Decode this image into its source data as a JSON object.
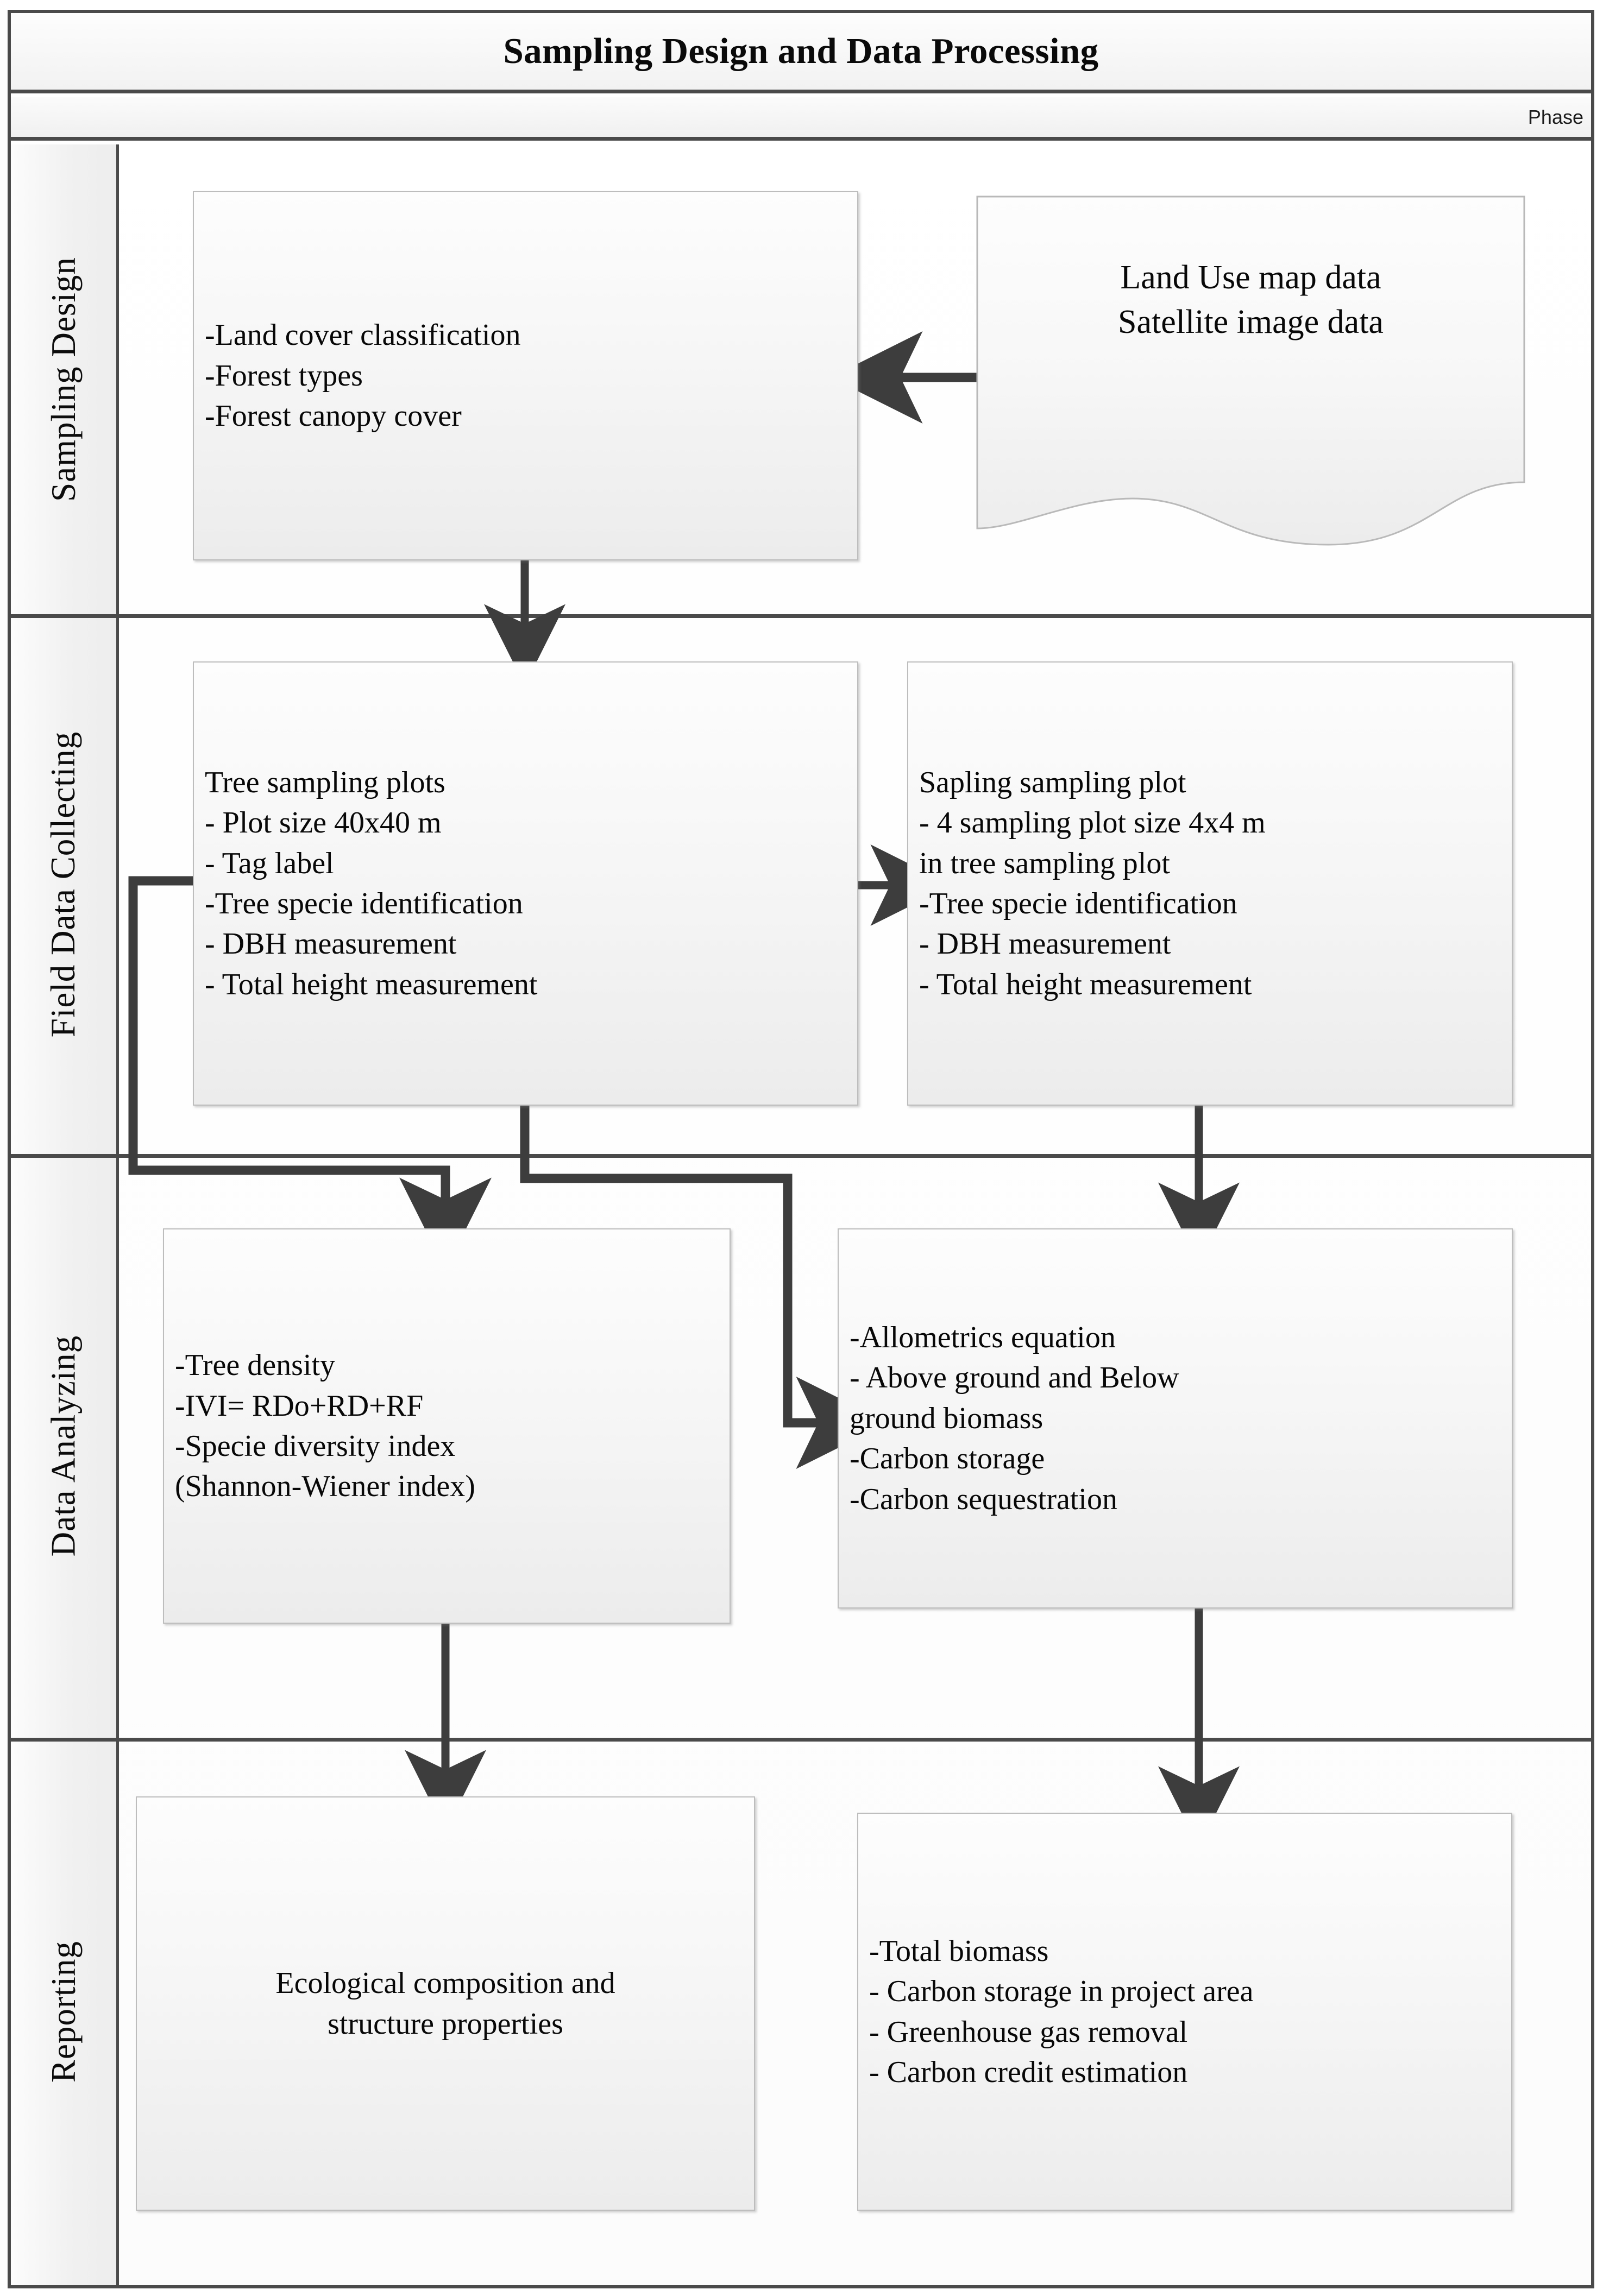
{
  "header": {
    "title": "Sampling Design and Data Processing",
    "phase_label": "Phase"
  },
  "lanes": [
    {
      "id": "sampling-design",
      "label": "Sampling Design"
    },
    {
      "id": "field-data-collecting",
      "label": "Field  Data Collecting"
    },
    {
      "id": "data-analyzing",
      "label": "Data Analyzing"
    },
    {
      "id": "reporting",
      "label": "Reporting"
    }
  ],
  "nodes": {
    "land_cover": {
      "lane": "sampling-design",
      "type": "process",
      "text": "-Land cover classification\n-Forest types\n-Forest canopy cover"
    },
    "map_data": {
      "lane": "sampling-design",
      "type": "document",
      "text": "Land Use map data\nSatellite image data"
    },
    "tree_plots": {
      "lane": "field-data-collecting",
      "type": "process",
      "text": "Tree sampling plots\n- Plot size 40x40 m\n- Tag label\n-Tree specie identification\n- DBH measurement\n- Total height measurement"
    },
    "sapling_plots": {
      "lane": "field-data-collecting",
      "type": "process",
      "text": "Sapling sampling plot\n- 4 sampling plot size 4x4 m\nin tree sampling plot\n-Tree specie identification\n- DBH measurement\n- Total height measurement"
    },
    "tree_density": {
      "lane": "data-analyzing",
      "type": "process",
      "text": "-Tree density\n-IVI= RDo+RD+RF\n-Specie diversity index\n(Shannon-Wiener index)"
    },
    "allometrics": {
      "lane": "data-analyzing",
      "type": "process",
      "text": "-Allometrics equation\n-  Above ground and Below\nground biomass\n-Carbon storage\n-Carbon sequestration"
    },
    "ecological": {
      "lane": "reporting",
      "type": "process",
      "text": "Ecological composition and\nstructure properties"
    },
    "total_biomass": {
      "lane": "reporting",
      "type": "process",
      "text": "-Total biomass\n- Carbon storage in project area\n- Greenhouse gas removal\n- Carbon credit estimation"
    }
  },
  "edges": [
    {
      "from": "map_data",
      "to": "land_cover",
      "direction": "left"
    },
    {
      "from": "land_cover",
      "to": "tree_plots",
      "direction": "down"
    },
    {
      "from": "tree_plots",
      "to": "sapling_plots",
      "direction": "right"
    },
    {
      "from": "tree_plots",
      "to": "tree_density",
      "direction": "down-left-elbow"
    },
    {
      "from": "tree_plots",
      "to": "allometrics",
      "direction": "down-right-elbow"
    },
    {
      "from": "sapling_plots",
      "to": "allometrics",
      "direction": "down"
    },
    {
      "from": "tree_density",
      "to": "ecological",
      "direction": "down"
    },
    {
      "from": "allometrics",
      "to": "total_biomass",
      "direction": "down"
    }
  ],
  "colors": {
    "frame_border": "#4a4a4a",
    "node_border": "#bdbdbd",
    "node_fill_top": "#fdfdfd",
    "node_fill_bottom": "#ececec",
    "connector": "#3d3d3d",
    "text": "#080808",
    "lane_header_fill": "#f1f1f1"
  }
}
